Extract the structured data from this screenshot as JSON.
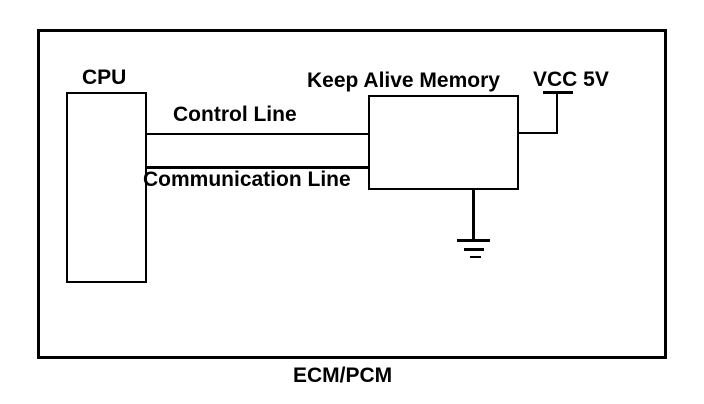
{
  "diagram": {
    "title": "ECM/PCM",
    "blocks": {
      "cpu": {
        "label": "CPU"
      },
      "keep_alive_memory": {
        "label": "Keep Alive Memory"
      }
    },
    "connections": {
      "control_line": {
        "label": "Control Line"
      },
      "communication_line": {
        "label": "Communication Line"
      }
    },
    "power": {
      "vcc": {
        "label": "VCC 5V"
      },
      "ground": {
        "symbol": "ground"
      }
    },
    "colors": {
      "stroke": "#000000",
      "background": "#ffffff"
    }
  }
}
